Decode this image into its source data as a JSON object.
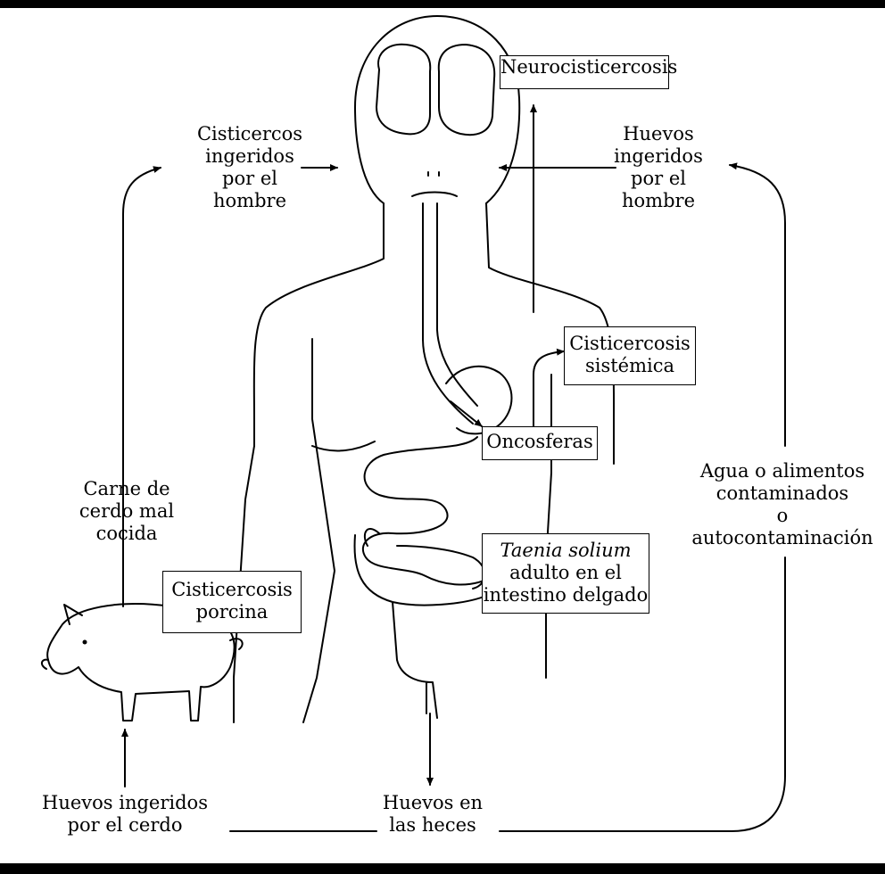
{
  "boxes": {
    "neuro": "Neurocisticercosis",
    "sistemica": [
      "Cisticercosis",
      "sistémica"
    ],
    "oncosferas": "Oncosferas",
    "taenia": {
      "italic": "Taenia solium",
      "rest": [
        "adulto en el",
        "intestino delgado"
      ]
    },
    "porcina": [
      "Cisticercosis",
      "porcina"
    ]
  },
  "labels": {
    "cisticercos_ingeridos": [
      "Cisticercos",
      "ingeridos",
      "por el",
      "hombre"
    ],
    "huevos_ingeridos_hombre": [
      "Huevos",
      "ingeridos",
      "por el",
      "hombre"
    ],
    "carne": [
      "Carne de",
      "cerdo mal",
      "cocida"
    ],
    "agua": [
      "Agua o alimentos",
      "contaminados",
      "o",
      "autocontaminación"
    ],
    "huevos_cerdo": [
      "Huevos ingeridos",
      "por el cerdo"
    ],
    "huevos_heces": [
      "Huevos en",
      "las heces"
    ]
  },
  "colors": {
    "line": "#000000",
    "background": "#ffffff"
  }
}
